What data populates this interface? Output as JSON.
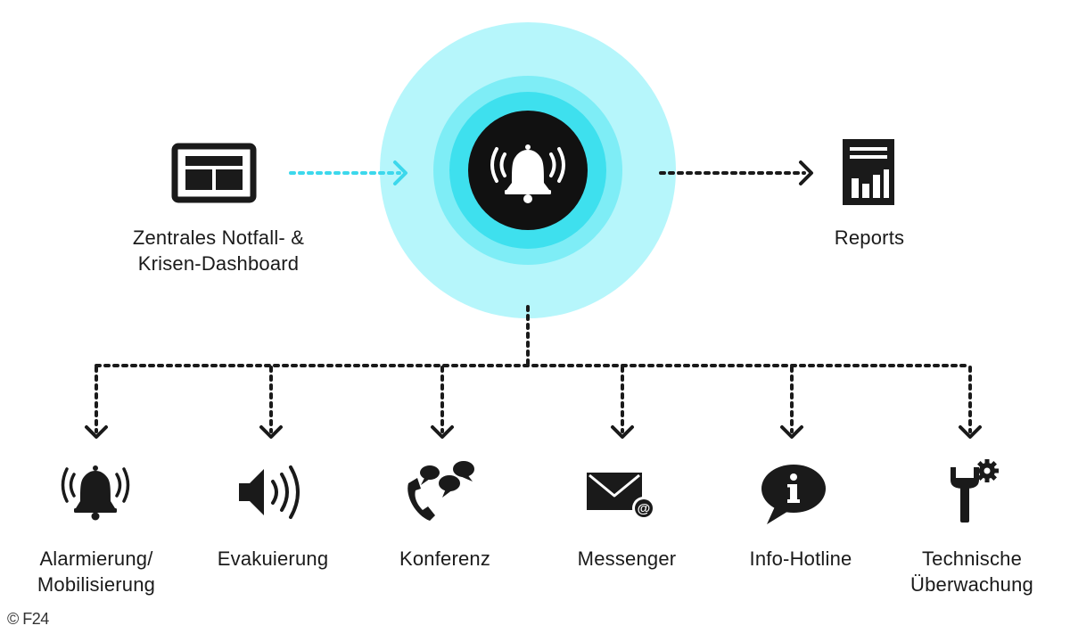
{
  "colors": {
    "outer_ring": "#b6f6fb",
    "middle_ring": "#7eedf6",
    "inner_ring": "#3ee0ee",
    "hub": "#111111",
    "icon": "#1a1a1a",
    "input_arrow": "#3cd8ec",
    "connector": "#1a1a1a"
  },
  "hub": {
    "icon": "alarm-bell-icon"
  },
  "input": {
    "icon": "dashboard-icon",
    "label_line1": "Zentrales Notfall- &",
    "label_line2": "Krisen-Dashboard"
  },
  "output": {
    "icon": "report-chart-icon",
    "label": "Reports"
  },
  "channels": [
    {
      "icon": "alarm-bell-icon",
      "label_line1": "Alarmierung/",
      "label_line2": "Mobilisierung"
    },
    {
      "icon": "speaker-icon",
      "label_line1": "Evakuierung",
      "label_line2": ""
    },
    {
      "icon": "conference-call-icon",
      "label_line1": "Konferenz",
      "label_line2": ""
    },
    {
      "icon": "envelope-at-icon",
      "label_line1": "Messenger",
      "label_line2": ""
    },
    {
      "icon": "info-bubble-icon",
      "label_line1": "Info-Hotline",
      "label_line2": ""
    },
    {
      "icon": "wrench-gear-icon",
      "label_line1": "Technische",
      "label_line2": "Überwachung"
    }
  ],
  "credit": "© F24"
}
